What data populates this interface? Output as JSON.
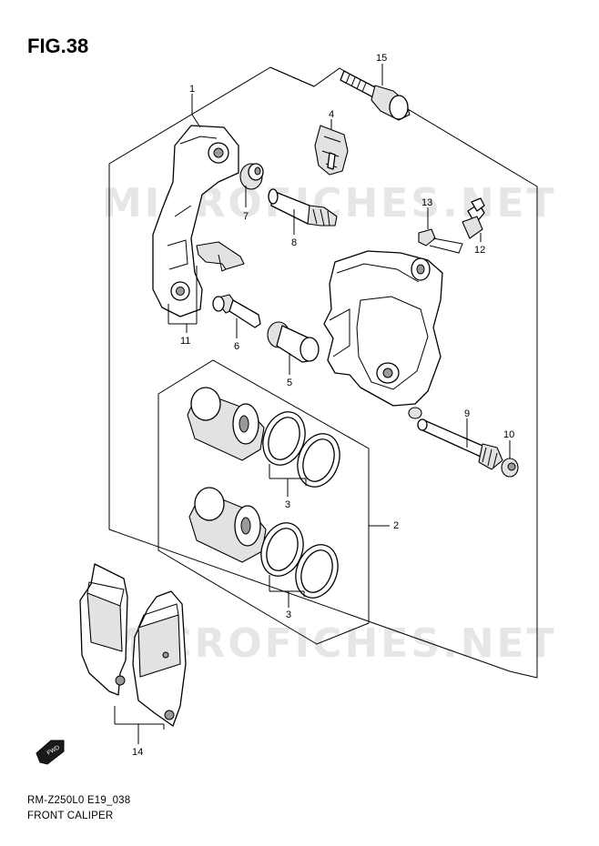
{
  "figure": {
    "title": "FIG.38"
  },
  "watermark": {
    "text": "MICROFICHES.NET"
  },
  "footer": {
    "code": "RM-Z250L0 E19_038",
    "name": "FRONT CALIPER"
  },
  "direction_badge": {
    "text": "FWD"
  },
  "callouts": [
    {
      "id": "1",
      "label": "1"
    },
    {
      "id": "2",
      "label": "2"
    },
    {
      "id": "3a",
      "label": "3"
    },
    {
      "id": "3b",
      "label": "3"
    },
    {
      "id": "4",
      "label": "4"
    },
    {
      "id": "5",
      "label": "5"
    },
    {
      "id": "6",
      "label": "6"
    },
    {
      "id": "7",
      "label": "7"
    },
    {
      "id": "8",
      "label": "8"
    },
    {
      "id": "9",
      "label": "9"
    },
    {
      "id": "10",
      "label": "10"
    },
    {
      "id": "11",
      "label": "11"
    },
    {
      "id": "12",
      "label": "12"
    },
    {
      "id": "13",
      "label": "13"
    },
    {
      "id": "14",
      "label": "14"
    },
    {
      "id": "15",
      "label": "15"
    }
  ]
}
